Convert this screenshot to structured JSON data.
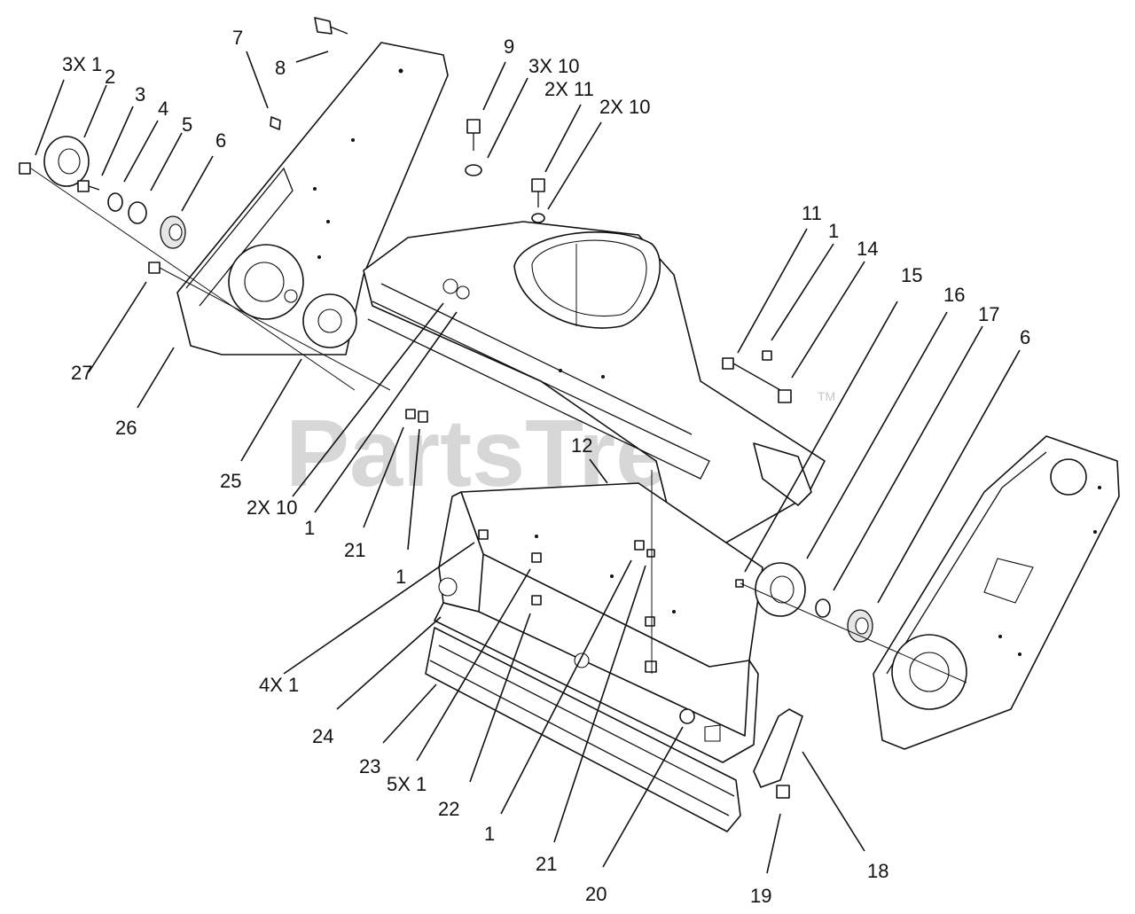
{
  "watermark": {
    "text": "PartsTree",
    "trademark": "TM"
  },
  "callouts": [
    {
      "id": "c-3x1",
      "text": "3X 1"
    },
    {
      "id": "c-2",
      "text": "2"
    },
    {
      "id": "c-3",
      "text": "3"
    },
    {
      "id": "c-4",
      "text": "4"
    },
    {
      "id": "c-5",
      "text": "5"
    },
    {
      "id": "c-6a",
      "text": "6"
    },
    {
      "id": "c-7",
      "text": "7"
    },
    {
      "id": "c-8",
      "text": "8"
    },
    {
      "id": "c-9",
      "text": "9"
    },
    {
      "id": "c-3x10",
      "text": "3X 10"
    },
    {
      "id": "c-2x11",
      "text": "2X 11"
    },
    {
      "id": "c-2x10a",
      "text": "2X 10"
    },
    {
      "id": "c-11",
      "text": "11"
    },
    {
      "id": "c-1a",
      "text": "1"
    },
    {
      "id": "c-14",
      "text": "14"
    },
    {
      "id": "c-15",
      "text": "15"
    },
    {
      "id": "c-16",
      "text": "16"
    },
    {
      "id": "c-17",
      "text": "17"
    },
    {
      "id": "c-6b",
      "text": "6"
    },
    {
      "id": "c-27",
      "text": "27"
    },
    {
      "id": "c-26",
      "text": "26"
    },
    {
      "id": "c-25",
      "text": "25"
    },
    {
      "id": "c-2x10b",
      "text": "2X 10"
    },
    {
      "id": "c-1b",
      "text": "1"
    },
    {
      "id": "c-21a",
      "text": "21"
    },
    {
      "id": "c-1c",
      "text": "1"
    },
    {
      "id": "c-12",
      "text": "12"
    },
    {
      "id": "c-4x1",
      "text": "4X 1"
    },
    {
      "id": "c-24",
      "text": "24"
    },
    {
      "id": "c-23",
      "text": "23"
    },
    {
      "id": "c-5x1",
      "text": "5X 1"
    },
    {
      "id": "c-22",
      "text": "22"
    },
    {
      "id": "c-1d",
      "text": "1"
    },
    {
      "id": "c-21b",
      "text": "21"
    },
    {
      "id": "c-20",
      "text": "20"
    },
    {
      "id": "c-19",
      "text": "19"
    },
    {
      "id": "c-18",
      "text": "18"
    }
  ]
}
